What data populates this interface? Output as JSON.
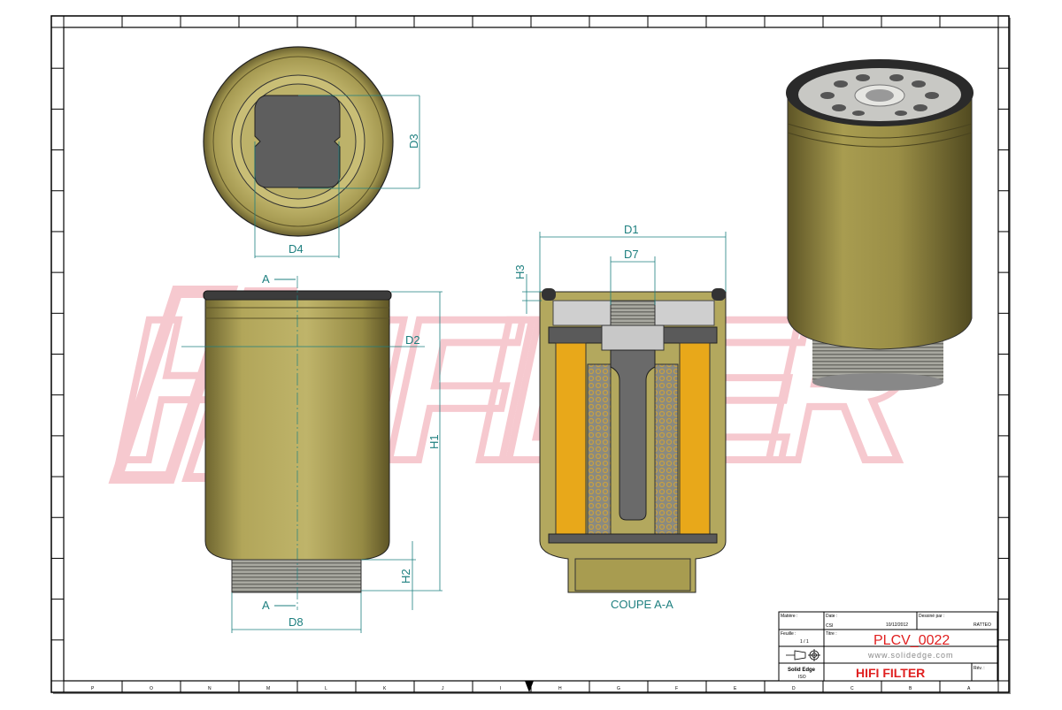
{
  "drawing": {
    "watermark": "HIFI FILTER",
    "border_letters": [
      "P",
      "O",
      "N",
      "M",
      "L",
      "K",
      "J",
      "I",
      "H",
      "G",
      "F",
      "E",
      "D",
      "C",
      "B",
      "A"
    ],
    "section_marker": "A",
    "section_label": "COUPE A-A",
    "dimensions": {
      "d1": "D1",
      "d2": "D2",
      "d3": "D3",
      "d4": "D4",
      "d7": "D7",
      "d8": "D8",
      "h1": "H1",
      "h2": "H2",
      "h3": "H3"
    },
    "colors": {
      "body": "#a69a4e",
      "dimension": "#1d7f7f",
      "filter_media": "#e8a81a",
      "watermark": "#f4b8c0",
      "title_red": "#e02020"
    }
  },
  "title_block": {
    "material_label": "Matière :",
    "date_label": "Date :",
    "date_code": "CSI",
    "date": "10/12/2012",
    "drawn_by_label": "Dessiné par :",
    "drawn_by": "RATTEO",
    "sheet_label": "Feuille :",
    "sheet": "1 / 1",
    "title_label": "Titre :",
    "title": "PLCV_0022",
    "website": "www.solidedge.com",
    "software": "Solid Edge",
    "standard": "ISO",
    "company": "HIFI FILTER",
    "revision_label": "Rév. :"
  }
}
